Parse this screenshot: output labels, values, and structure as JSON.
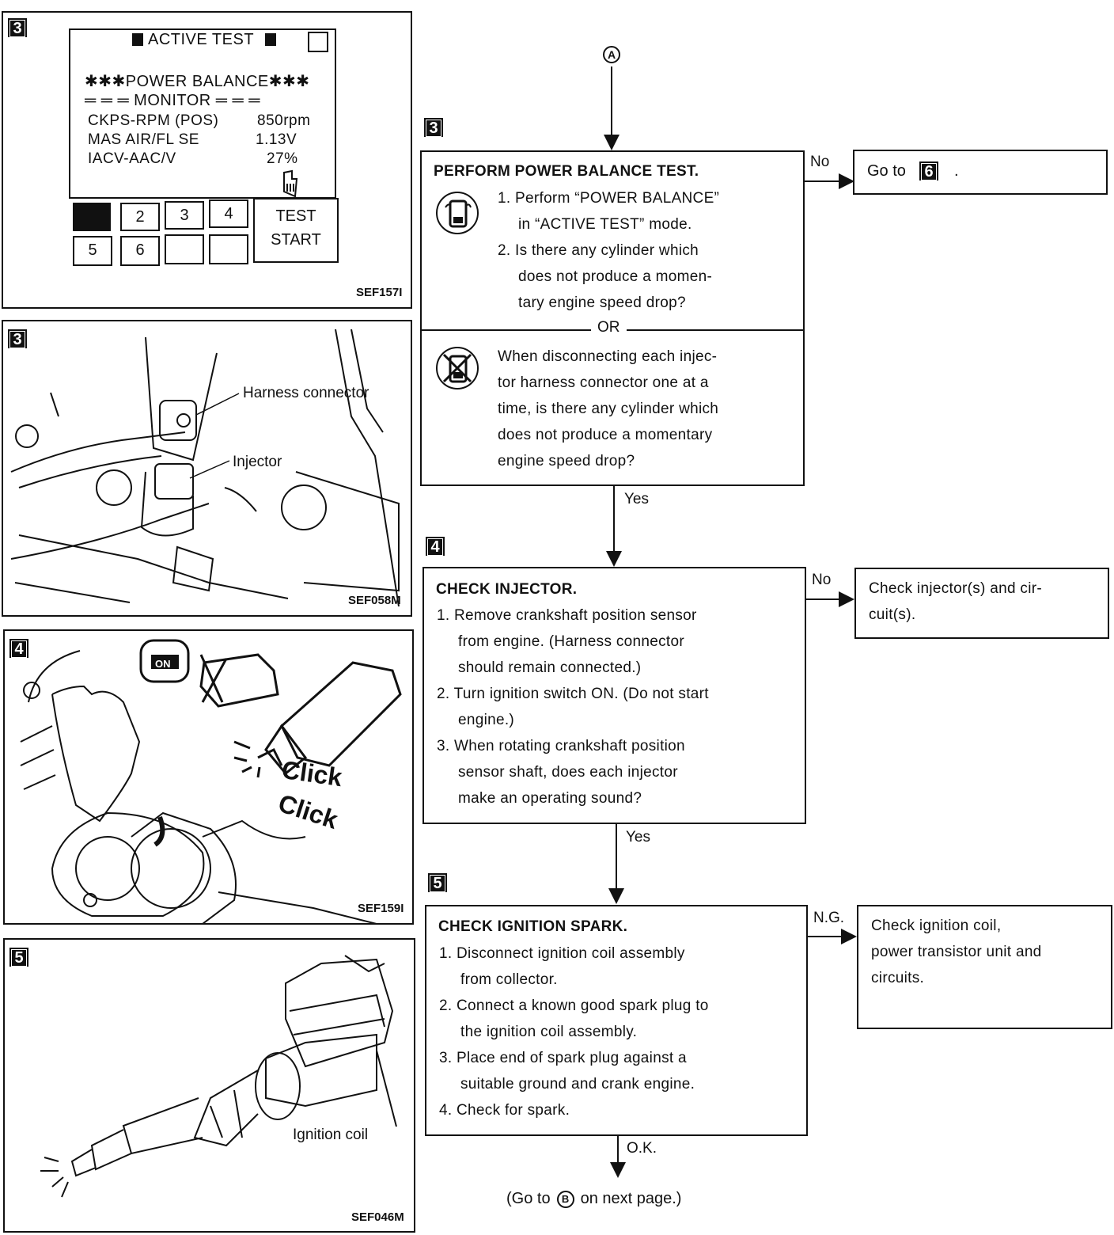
{
  "panels": {
    "p1": {
      "badge": "3",
      "code": "SEF157I",
      "screen": {
        "header": "ACTIVE TEST",
        "line1": "✱✱✱POWER BALANCE✱✱✱",
        "line2": "═ ═ ═ MONITOR ═ ═ ═",
        "rows": [
          {
            "label": "CKPS-RPM (POS)",
            "value": "850rpm"
          },
          {
            "label": "MAS AIR/FL SE",
            "value": "1.13V"
          },
          {
            "label": "IACV-AAC/V",
            "value": "27%"
          }
        ]
      },
      "keys": [
        "",
        "2",
        "3",
        "4",
        "5",
        "6",
        "",
        ""
      ],
      "test_start": [
        "TEST",
        "START"
      ]
    },
    "p2": {
      "badge": "3",
      "code": "SEF058M",
      "labels": {
        "harness": "Harness connector",
        "injector": "Injector"
      }
    },
    "p3": {
      "badge": "4",
      "code": "SEF159I",
      "key_text": "ON",
      "click1": "Click",
      "click2": "Click"
    },
    "p4": {
      "badge": "5",
      "code": "SEF046M",
      "labels": {
        "coil": "Ignition coil"
      }
    }
  },
  "flow": {
    "start_marker": "A",
    "s3": {
      "badge": "3",
      "title": "PERFORM POWER BALANCE TEST.",
      "steps": [
        [
          "1. Perform “POWER BALANCE”",
          "in “ACTIVE TEST” mode."
        ],
        [
          "2. Is there any cylinder which",
          "does not produce a momen-",
          "tary engine speed drop?"
        ]
      ],
      "or": "OR",
      "alt": [
        "When disconnecting each injec-",
        "tor harness connector one at a",
        "time, is there any cylinder which",
        "does not produce a momentary",
        "engine speed drop?"
      ],
      "no_label": "No",
      "no_box": "Go to",
      "no_box_badge": "6",
      "no_box_tail": ".",
      "yes_label": "Yes"
    },
    "s4": {
      "badge": "4",
      "title": "CHECK INJECTOR.",
      "steps": [
        [
          "1. Remove crankshaft position sensor",
          "from engine. (Harness connector",
          "should remain connected.)"
        ],
        [
          "2. Turn ignition switch ON. (Do not start",
          "engine.)"
        ],
        [
          "3. When rotating crankshaft position",
          "sensor shaft, does each injector",
          "make an operating sound?"
        ]
      ],
      "no_label": "No",
      "no_box": [
        "Check injector(s) and cir-",
        "cuit(s)."
      ],
      "yes_label": "Yes"
    },
    "s5": {
      "badge": "5",
      "title": "CHECK IGNITION SPARK.",
      "steps": [
        [
          "1. Disconnect ignition coil assembly",
          "from collector."
        ],
        [
          "2. Connect a known good spark plug to",
          "the ignition coil assembly."
        ],
        [
          "3. Place end of spark plug against a",
          "suitable ground and crank engine."
        ],
        [
          "4. Check for spark."
        ]
      ],
      "ng_label": "N.G.",
      "ng_box": [
        "Check ignition coil,",
        "power transistor unit and",
        "circuits."
      ],
      "ok_label": "O.K."
    },
    "footer": {
      "pre": "(Go to",
      "marker": "B",
      "post": "on next page.)"
    }
  }
}
